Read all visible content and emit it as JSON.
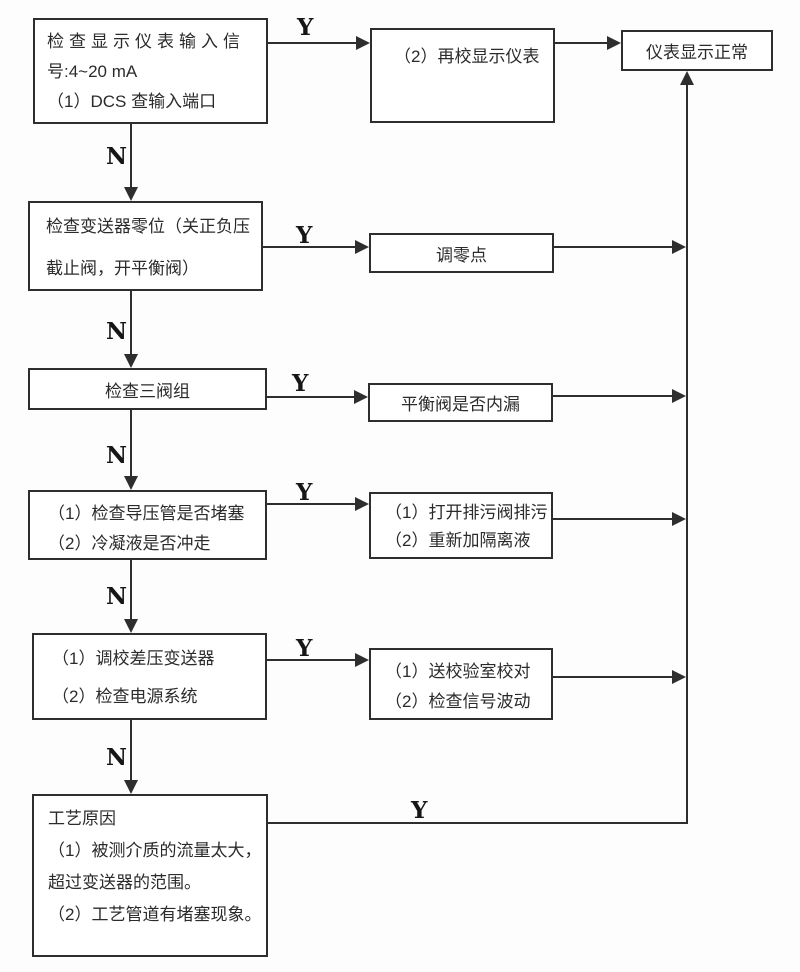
{
  "flowchart": {
    "yes_label": "Y",
    "no_label": "N",
    "nodes": {
      "check_input_signal": {
        "line1": "检查显示仪表输入信",
        "line2": "号:4~20 mA",
        "line3": "（1）DCS 查输入端口"
      },
      "recalibrate_display": {
        "line1": "（2）再校显示仪表"
      },
      "display_normal": {
        "line1": "仪表显示正常"
      },
      "check_transmitter_zero": {
        "line1": "检查变送器零位（关正负压",
        "line2": "截止阀，开平衡阀）"
      },
      "adjust_zero_point": {
        "line1": "调零点"
      },
      "check_three_valve_group": {
        "line1": "检查三阀组"
      },
      "balance_valve_leak": {
        "line1": "平衡阀是否内漏"
      },
      "check_impulse_pipe": {
        "line1": "（1）检查导压管是否堵塞",
        "line2": "（2）冷凝液是否冲走"
      },
      "open_drain_valve": {
        "line1": "（1）打开排污阀排污",
        "line2": "（2）重新加隔离液"
      },
      "calibrate_dp_transmitter": {
        "line1": "（1）调校差压变送器",
        "line2": "（2）检查电源系统"
      },
      "send_to_lab": {
        "line1": "（1）送校验室校对",
        "line2": "（2）检查信号波动"
      },
      "process_cause": {
        "line1": "工艺原因",
        "line2": "（1）被测介质的流量太大，",
        "line3": "超过变送器的范围。",
        "line4": "（2）工艺管道有堵塞现象。"
      }
    },
    "colors": {
      "line": "#2e2e2e",
      "box_background": "#ffffff",
      "page_background": "#fdfdfd"
    }
  }
}
